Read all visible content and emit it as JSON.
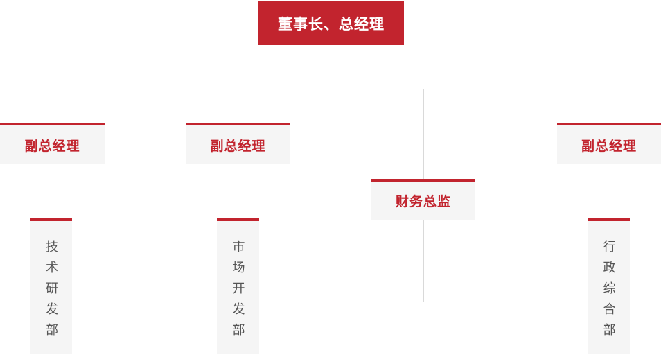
{
  "org_chart": {
    "root": {
      "label": "董事长、总经理"
    },
    "executives": [
      {
        "id": "vp-left",
        "label": "副总经理"
      },
      {
        "id": "vp-middle",
        "label": "副总经理"
      },
      {
        "id": "finance-director",
        "label": "财务总监"
      },
      {
        "id": "vp-right",
        "label": "副总经理"
      }
    ],
    "departments": [
      {
        "id": "tech-rd",
        "label": "技术研发部",
        "reports_to": "vp-left"
      },
      {
        "id": "market-dev",
        "label": "市场开发部",
        "reports_to": "vp-middle"
      },
      {
        "id": "admin-general",
        "label": "行政综合部",
        "reports_to": "vp-right"
      }
    ],
    "colors": {
      "primary_red": "#C2242E",
      "node_bg": "#F5F5F5",
      "connector": "#D9D9D9",
      "dept_text": "#555555",
      "root_text": "#FFFFFF"
    }
  }
}
